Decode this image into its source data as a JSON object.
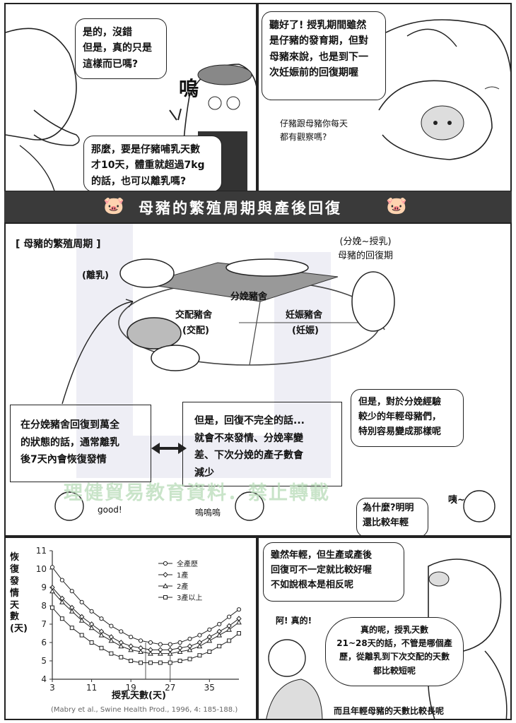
{
  "comic": {
    "p1_bubble_top": "是的，沒錯\n但是，真的只是\n這樣而已嗎?",
    "p1_sound": "嗚",
    "p1_bubble_bottom": "那麼，要是仔豬哺乳天數\n才10天，體重就超過7kg\n的話，也可以離乳嗎?",
    "p2_bubble": "聽好了! 授乳期間雖然\n是仔豬的發育期，但對\n母豬來說，也是到下一\n次妊娠前的回復期喔",
    "p2_caption": "仔豬跟母豬你每天\n都有觀察嗎?"
  },
  "section": {
    "title": "母豬的繁殖周期與產後回復"
  },
  "cycle": {
    "heading": "[ 母豬的繁殖周期 ]",
    "weaning": "(離乳)",
    "farrowing_house": "分娩豬舍",
    "mating_house": "交配豬舍",
    "mating": "(交配)",
    "gestation_house": "妊娠豬舍",
    "gestation": "(妊娠)",
    "recovery_note": "(分娩~授乳)\n母豬的回復期"
  },
  "notes": {
    "left_box": "在分娩豬舍回復到萬全\n的狀態的話，通常離乳\n後7天內會恢復發情",
    "right_box": "但是，回復不完全的話...\n就會不來發情、分娩率變\n差、下次分娩的產子數會\n減少",
    "good": "good!",
    "sob": "嗚嗚嗚",
    "sow_bubble": "但是，對於分娩經驗\n較少的年輕母豬們，\n特別容易變成那樣呢",
    "eh": "咦~",
    "why_bubble": "為什麼?明明\n還比較年輕",
    "watermark": "理健貿易教育資料．禁止轉載"
  },
  "bottom": {
    "bubble1": "雖然年輕，但生產或產後\n回復可不一定就比較好喔\n不如說根本是相反呢",
    "oh": "阿! 真的!",
    "bubble2": "真的呢，授乳天數\n21~28天的話，不管是哪個產\n歷，從離乳到下次交配的天數\n都比較短呢",
    "footer": "而且年輕母豬的天數比較長呢"
  },
  "chart_data": {
    "type": "line",
    "ylabel": "恢復發情天數(天)",
    "xlabel": "授乳天數(天)",
    "xlim": [
      3,
      41
    ],
    "ylim": [
      4,
      11
    ],
    "x_ticks": [
      "3",
      "11",
      "19",
      "27",
      "35"
    ],
    "y_ticks": [
      "4",
      "5",
      "6",
      "7",
      "8",
      "9",
      "10",
      "11"
    ],
    "highlight_x": [
      22,
      27
    ],
    "citation": "(Mabry et al., Swine Health Prod., 1996, 4: 185-188.)",
    "series": [
      {
        "name": "全產歷",
        "marker": "circle",
        "x": [
          3,
          5,
          7,
          9,
          11,
          13,
          15,
          17,
          19,
          21,
          23,
          25,
          27,
          29,
          31,
          33,
          35,
          37,
          39,
          41
        ],
        "y": [
          10.1,
          9.4,
          8.8,
          8.2,
          7.7,
          7.3,
          6.9,
          6.6,
          6.3,
          6.1,
          6.0,
          5.9,
          5.9,
          6.0,
          6.2,
          6.4,
          6.7,
          7.0,
          7.4,
          7.8
        ]
      },
      {
        "name": "1產",
        "marker": "diamond",
        "x": [
          3,
          5,
          7,
          9,
          11,
          13,
          15,
          17,
          19,
          21,
          23,
          25,
          27,
          29,
          31,
          33,
          35,
          37,
          39,
          41
        ],
        "y": [
          9.0,
          8.4,
          7.9,
          7.4,
          7.0,
          6.6,
          6.3,
          6.0,
          5.8,
          5.7,
          5.6,
          5.6,
          5.6,
          5.7,
          5.8,
          6.0,
          6.3,
          6.6,
          6.9,
          7.3
        ]
      },
      {
        "name": "2產",
        "marker": "triangle",
        "x": [
          3,
          5,
          7,
          9,
          11,
          13,
          15,
          17,
          19,
          21,
          23,
          25,
          27,
          29,
          31,
          33,
          35,
          37,
          39,
          41
        ],
        "y": [
          8.8,
          8.2,
          7.7,
          7.2,
          6.8,
          6.4,
          6.1,
          5.8,
          5.6,
          5.5,
          5.4,
          5.4,
          5.4,
          5.5,
          5.6,
          5.8,
          6.1,
          6.4,
          6.7,
          7.1
        ]
      },
      {
        "name": "3產以上",
        "marker": "square",
        "x": [
          3,
          5,
          7,
          9,
          11,
          13,
          15,
          17,
          19,
          21,
          23,
          25,
          27,
          29,
          31,
          33,
          35,
          37,
          39,
          41
        ],
        "y": [
          7.9,
          7.3,
          6.8,
          6.4,
          6.0,
          5.7,
          5.4,
          5.2,
          5.0,
          4.9,
          4.9,
          4.9,
          4.9,
          5.0,
          5.1,
          5.3,
          5.5,
          5.8,
          6.1,
          6.5
        ]
      }
    ]
  }
}
